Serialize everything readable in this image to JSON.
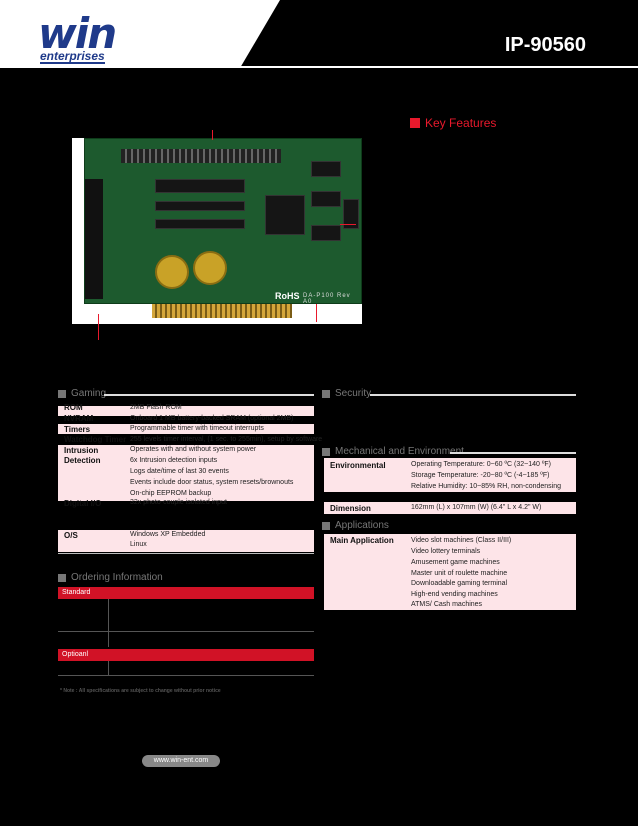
{
  "header": {
    "logo_main": "win",
    "logo_sub": "enterprises",
    "product_code": "IP-90560"
  },
  "key_features": {
    "title": "Key Features"
  },
  "board": {
    "rohs": "RoHS",
    "rev": "DA-P100 Rev A0"
  },
  "gaming": {
    "title": "Gaming",
    "rows": [
      {
        "label": "ROM",
        "values": [
          "2MB Flash ROM"
        ]
      },
      {
        "label": "NVRAM",
        "values": [
          "Onboard 1 MB battery-backed SRAM (optional 2MB)"
        ]
      },
      {
        "label": "Timers",
        "values": [
          "Programmable timer with timeout interrupts"
        ]
      },
      {
        "label": "Watchdog Timer",
        "values": [
          "255 levels timer interval, (1 sec. to 255min), setup by software"
        ]
      },
      {
        "label": "Intrusion",
        "values": [
          "Operates with and without system power"
        ]
      },
      {
        "label": "Detection",
        "values": [
          "6x Intrusion detection inputs",
          "Logs date/time of last 30 events",
          "Events include door status, system resets/brownouts",
          "On-chip EEPROM backup"
        ]
      },
      {
        "label": "Digital I/O",
        "values": [
          "32x photo-couple isolated input"
        ]
      },
      {
        "label": "O/S",
        "values": [
          "Windows XP Embedded",
          "Linux"
        ]
      }
    ]
  },
  "security": {
    "title": "Security"
  },
  "mechanical": {
    "title": "Mechanical and Environment",
    "environmental_label": "Environmental",
    "environmental_values": [
      "Operating Temperature: 0~60 ºC (32~140 ºF)",
      "Storage Temperature: -20~80 ºC (-4~185 ºF)",
      "Relative Humidity: 10~85% RH, non-condensing"
    ],
    "dimension_label": "Dimension",
    "dimension_value": "162mm (L) x 107mm (W) (6.4\" L x 4.2\" W)"
  },
  "applications": {
    "title": "Applications",
    "label": "Main Application",
    "values": [
      "Video slot machines (Class II/III)",
      "Video lottery terminals",
      "Amusement game machines",
      "Master unit of roulette machine",
      "Downloadable gaming terminal",
      "High-end vending machines",
      "ATMS/ Cash machines"
    ]
  },
  "ordering": {
    "title": "Ordering Information",
    "standard": "Standard",
    "optional": "Optioanl",
    "note": "* Note : All specifications are subject to change without prior notice"
  },
  "footer": {
    "website": "www.win-ent.com"
  },
  "colors": {
    "accent_red": "#e8192c",
    "pink_band": "#fde4e8",
    "logo_blue": "#1f3a8a"
  }
}
